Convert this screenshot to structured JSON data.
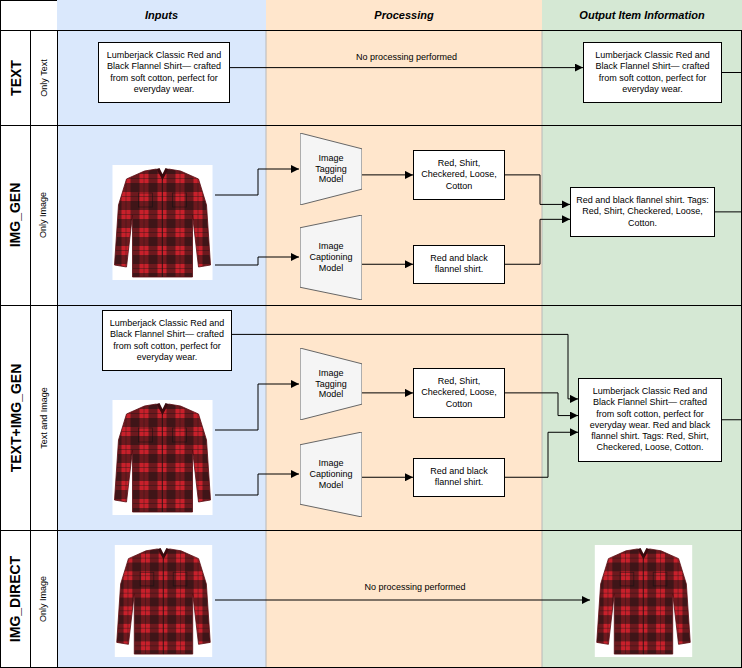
{
  "diagram": {
    "nodes": [
      {
        "text": [
          "Inputs"
        ]
      },
      {
        "text": [
          "Processing"
        ]
      },
      {
        "text": [
          "Output Item Information"
        ]
      },
      {
        "text": [
          "TEXT",
          "Only Text"
        ]
      },
      {
        "text": [
          "Lumberjack Classic Red and Black Flannel Shirt— crafted from soft cotton, perfect for everyday wear."
        ],
        "in": 3
      },
      {
        "text": [
          "Lumberjack Classic Red and Black Flannel Shirt— crafted from soft cotton, perfect for everyday wear."
        ],
        "in": 3
      },
      {
        "text": [
          "IMG_GEN",
          "Only Image"
        ]
      },
      {
        "text": [
          "Image Tagging Model"
        ],
        "in": 6
      },
      {
        "text": [
          "Image Captioning Model"
        ],
        "in": 6
      },
      {
        "text": [
          "Red, Shirt, Checkered, Loose, Cotton"
        ],
        "in": 6
      },
      {
        "text": [
          "Red and black flannel shirt."
        ],
        "in": 6
      },
      {
        "text": [
          "Red and black flannel shirt. Tags: Red, Shirt, Checkered, Loose, Cotton."
        ],
        "in": 6
      },
      {
        "text": [
          "TEXT+IMG_GEN",
          "Text and Image"
        ]
      },
      {
        "text": [
          "Lumberjack Classic Red and Black Flannel Shirt— crafted from soft cotton, perfect for everyday wear."
        ],
        "in": 12
      },
      {
        "text": [
          "Image Tagging Model"
        ],
        "in": 12
      },
      {
        "text": [
          "Image Captioning Model"
        ],
        "in": 12
      },
      {
        "text": [
          "Red, Shirt, Checkered, Loose, Cotton"
        ],
        "in": 12
      },
      {
        "text": [
          "Red and black flannel shirt."
        ],
        "in": 12
      },
      {
        "text": [
          "Lumberjack Classic Red and Black Flannel Shirt— crafted from soft cotton, perfect for everyday wear. Red and black flannel shirt. Tags: Red, Shirt, Checkered, Loose, Cotton."
        ],
        "in": 12
      },
      {
        "text": [
          "IMG_DIRECT",
          "Only Image"
        ]
      }
    ],
    "edges": [
      {
        "from": 4,
        "to": 5,
        "arrow": "to",
        "label": "No processing performed"
      },
      {
        "from": 7,
        "to": 9,
        "arrow": "to"
      },
      {
        "from": 8,
        "to": 10,
        "arrow": "to"
      },
      {
        "from": 9,
        "to": 11,
        "arrow": "to"
      },
      {
        "from": 10,
        "to": 11,
        "arrow": "to"
      },
      {
        "from": 13,
        "to": 18,
        "arrow": "to"
      },
      {
        "from": 14,
        "to": 16,
        "arrow": "to"
      },
      {
        "from": 15,
        "to": 17,
        "arrow": "to"
      },
      {
        "from": 16,
        "to": 18,
        "arrow": "to"
      },
      {
        "from": 17,
        "to": 18,
        "arrow": "to"
      }
    ],
    "labels": [
      "No processing performed"
    ]
  }
}
